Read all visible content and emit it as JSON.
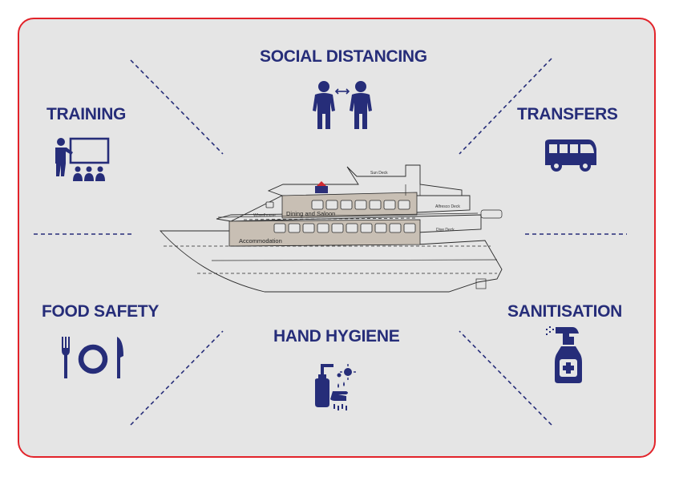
{
  "categories": {
    "social_distancing": "SOCIAL DISTANCING",
    "training": "TRAINING",
    "transfers": "TRANSFERS",
    "food_safety": "FOOD SAFETY",
    "hand_hygiene": "HAND HYGIENE",
    "sanitisation": "SANITISATION"
  },
  "ship": {
    "sun_deck": "Sun Deck",
    "alfresco_deck": "Alfresco Deck",
    "wheelhouse": "Wheelhouse",
    "dining_saloon": "Dining and Saloon",
    "dive_deck": "Dive Deck",
    "accommodation": "Accommodation"
  },
  "colors": {
    "accent": "#262d79",
    "border": "#e2232a",
    "panel": "#e5e5e5",
    "cabin_fill": "#c8bfb4"
  },
  "icons": [
    "people-distance-icon",
    "training-icon",
    "bus-icon",
    "cutlery-plate-icon",
    "hand-wash-icon",
    "spray-bottle-icon"
  ]
}
